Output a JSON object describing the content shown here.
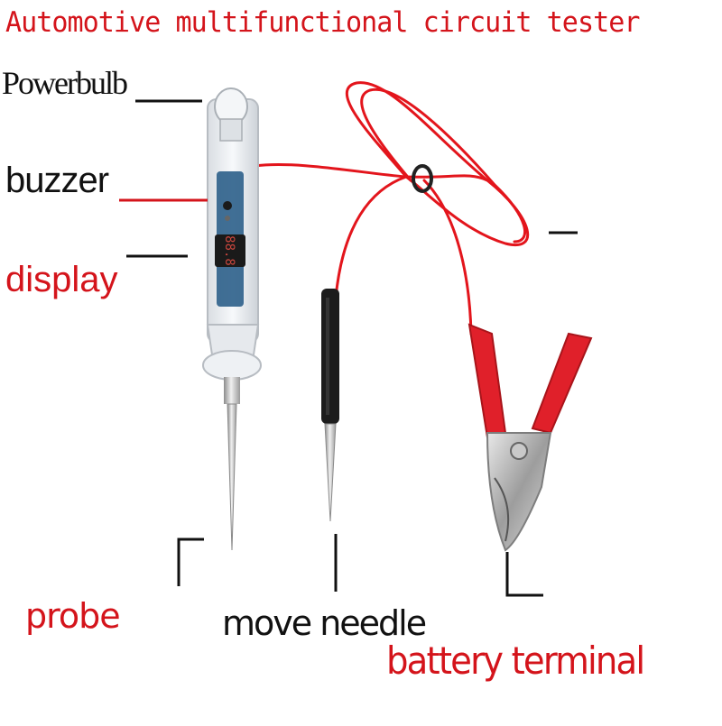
{
  "title": "Automotive multifunctional circuit tester",
  "labels": {
    "powerbulb": "Powerbulb",
    "buzzer": "buzzer",
    "display": "display",
    "probe": "probe",
    "move_needle": "move needle",
    "battery_terminal": "battery terminal"
  },
  "display_readout": "88.8",
  "colors": {
    "label_red": "#d4141b",
    "label_black": "#111111",
    "wire_red": "#e3151c",
    "clip_red": "#e0202a",
    "metal": "#b9b9b9"
  }
}
